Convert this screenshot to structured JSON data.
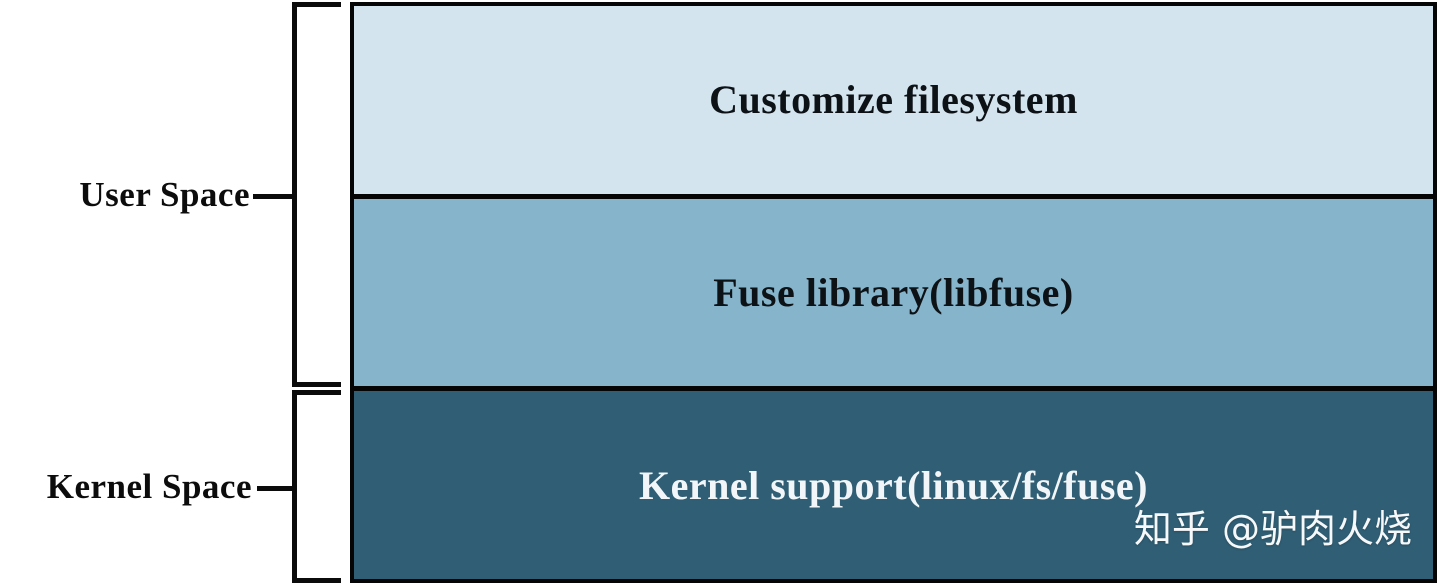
{
  "diagram": {
    "side_labels": [
      {
        "label": "User Space"
      },
      {
        "label": "Kernel Space"
      }
    ],
    "layers": [
      {
        "label": "Customize filesystem",
        "bg": "#d4e4ee",
        "text_color": "#0d1217"
      },
      {
        "label": "Fuse library(libfuse)",
        "bg": "#85b4cb",
        "text_color": "#0d1217"
      },
      {
        "label": "Kernel support(linux/fs/fuse)",
        "bg": "#305e74",
        "text_color": "#f2f6f8"
      }
    ],
    "colors": {
      "border": "#050505",
      "background": "#ffffff"
    },
    "watermark": "知乎 @驴肉火烧"
  }
}
